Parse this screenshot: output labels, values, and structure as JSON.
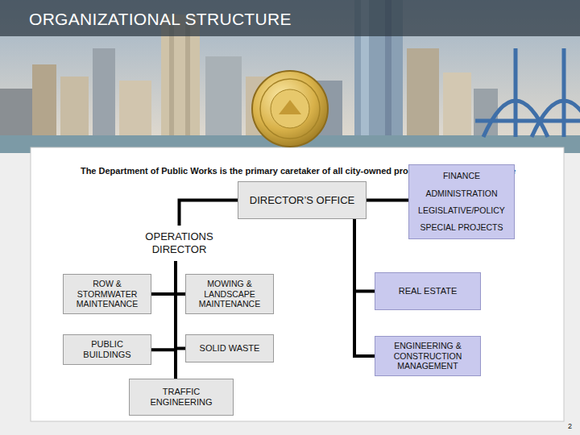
{
  "diagram": {
    "title": "ORGANIZATIONAL STRUCTURE",
    "nodes": [
      {
        "text": [
          "DIRECTOR’S OFFICE"
        ]
      },
      {
        "text": [
          "FINANCE",
          "ADMINISTRATION",
          "LEGISLATIVE/POLICY",
          "SPECIAL PROJECTS"
        ]
      },
      {
        "text": [
          "OPERATIONS DIRECTOR"
        ]
      },
      {
        "text": [
          "ROW & STORMWATER MAINTENANCE"
        ]
      },
      {
        "text": [
          "MOWING & LANDSCAPE MAINTENANCE"
        ]
      },
      {
        "text": [
          "PUBLIC BUILDINGS"
        ]
      },
      {
        "text": [
          "SOLID WASTE"
        ]
      },
      {
        "text": [
          "TRAFFIC ENGINEERING"
        ]
      },
      {
        "text": [
          "REAL ESTATE"
        ]
      },
      {
        "text": [
          "ENGINEERING & CONSTRUCTION MANAGEMENT"
        ]
      }
    ],
    "edges": [
      {
        "from": 0,
        "to": 1,
        "arrow": "none"
      },
      {
        "from": 0,
        "to": 2,
        "arrow": "none"
      },
      {
        "from": 0,
        "to": 8,
        "arrow": "none"
      },
      {
        "from": 0,
        "to": 9,
        "arrow": "none"
      },
      {
        "from": 2,
        "to": 3,
        "arrow": "none"
      },
      {
        "from": 2,
        "to": 4,
        "arrow": "none"
      },
      {
        "from": 2,
        "to": 5,
        "arrow": "none"
      },
      {
        "from": 2,
        "to": 6,
        "arrow": "none"
      },
      {
        "from": 2,
        "to": 7,
        "arrow": "none"
      }
    ],
    "labels": [
      "The Department of Public Works is the primary caretaker of all city-owned properties and infrastructure",
      "2"
    ]
  }
}
